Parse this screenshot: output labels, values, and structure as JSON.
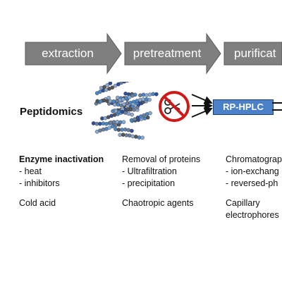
{
  "stages": [
    "extraction",
    "pretreatment",
    "purificat"
  ],
  "title": "Peptidomics",
  "rp_hplc_label": "RP-HPLC",
  "colors": {
    "arrow_fill": "#7f7f7f",
    "arrow_stroke": "#5a5a5a",
    "box_fill": "#4a80c8",
    "box_stroke": "#1f3f78",
    "prohibit_red": "#d01818",
    "peptide_colors": [
      "#4a86c8",
      "#2f4f9a",
      "#8aa8d0",
      "#6a7f9a",
      "#555555"
    ]
  },
  "columns": [
    {
      "heading": "Enzyme inactivation",
      "items": [
        "- heat",
        "- inhibitors"
      ],
      "note_lines": [
        "Cold acid"
      ]
    },
    {
      "heading": "Removal of proteins",
      "items": [
        "- Ultrafiltration",
        "- precipitation"
      ],
      "note_lines": [
        "Chaotropic agents"
      ]
    },
    {
      "heading": "Chromatograp",
      "items": [
        "- ion-exchang",
        "- reversed-ph"
      ],
      "note_lines": [
        "Capillary",
        "electrophores"
      ]
    }
  ],
  "icons": [
    "scissors-icon",
    "prohibited-icon"
  ]
}
